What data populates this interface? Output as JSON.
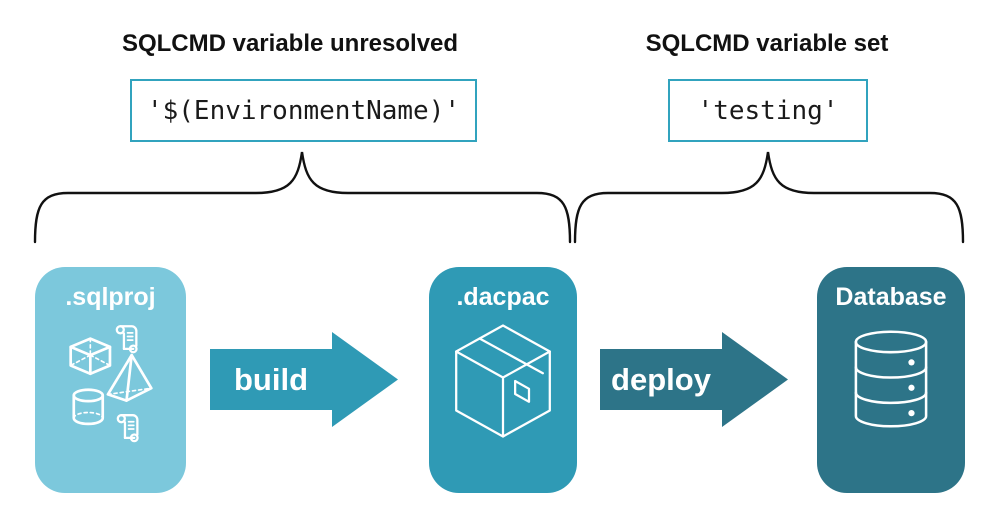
{
  "diagram": {
    "left_annotation": {
      "title": "SQLCMD variable unresolved",
      "code": "'$(EnvironmentName)'"
    },
    "right_annotation": {
      "title": "SQLCMD variable set",
      "code": "'testing'"
    },
    "nodes": [
      {
        "id": "sqlproj",
        "label": ".sqlproj",
        "color": "#7cc8dc",
        "icon": "sql-objects-icon"
      },
      {
        "id": "dacpac",
        "label": ".dacpac",
        "color": "#2f9ab5",
        "icon": "package-icon"
      },
      {
        "id": "database",
        "label": "Database",
        "color": "#2d7488",
        "icon": "database-icon"
      }
    ],
    "arrows": [
      {
        "label": "build",
        "color": "#2f9ab5"
      },
      {
        "label": "deploy",
        "color": "#2d7488"
      }
    ],
    "colors": {
      "background": "#ffffff",
      "code_box_border": "#31a3be",
      "code_text": "#1a1a1a",
      "heading_text": "#111111",
      "brace_stroke": "#111111",
      "node_text": "#ffffff",
      "icon_stroke": "#ffffff"
    }
  }
}
